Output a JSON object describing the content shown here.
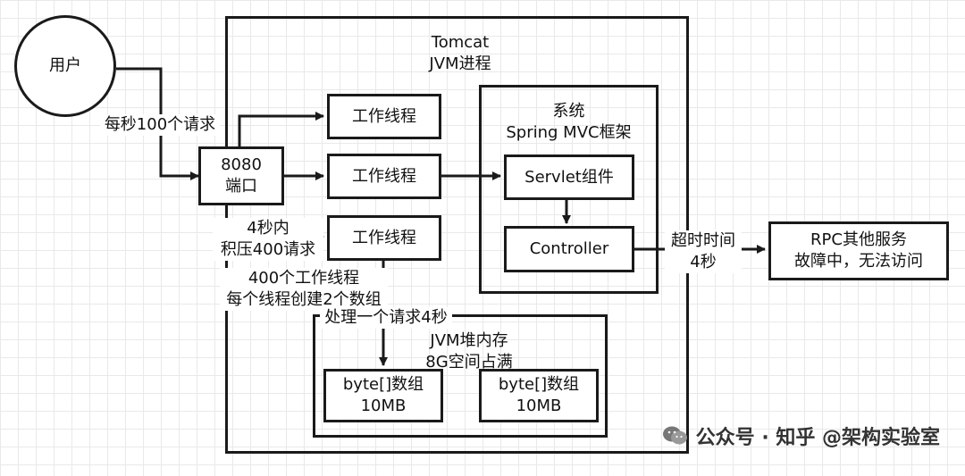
{
  "user": {
    "label": "用户"
  },
  "tomcat": {
    "line1": "Tomcat",
    "line2": "JVM进程"
  },
  "arrow_labels": {
    "req_rate": "每秒100个请求",
    "backlog_l1": "4秒内",
    "backlog_l2": "积压400请求",
    "threads_l1": "400个工作线程",
    "threads_l2": "每个线程创建2个数组",
    "process": "处理一个请求4秒",
    "timeout_l1": "超时时间",
    "timeout_l2": "4秒"
  },
  "port": {
    "line1": "8080",
    "line2": "端口"
  },
  "workers": [
    "工作线程",
    "工作线程",
    "工作线程"
  ],
  "system": {
    "line1": "系统",
    "line2": "Spring MVC框架"
  },
  "servlet": {
    "label": "Servlet组件"
  },
  "controller": {
    "label": "Controller"
  },
  "rpc": {
    "line1": "RPC其他服务",
    "line2": "故障中，无法访问"
  },
  "heap": {
    "line1": "JVM堆内存",
    "line2": "8G空间占满"
  },
  "arrays": [
    {
      "line1": "byte[]数组",
      "line2": "10MB"
    },
    {
      "line1": "byte[]数组",
      "line2": "10MB"
    }
  ],
  "watermark": {
    "text": "公众号 · 知乎 @架构实验室"
  }
}
